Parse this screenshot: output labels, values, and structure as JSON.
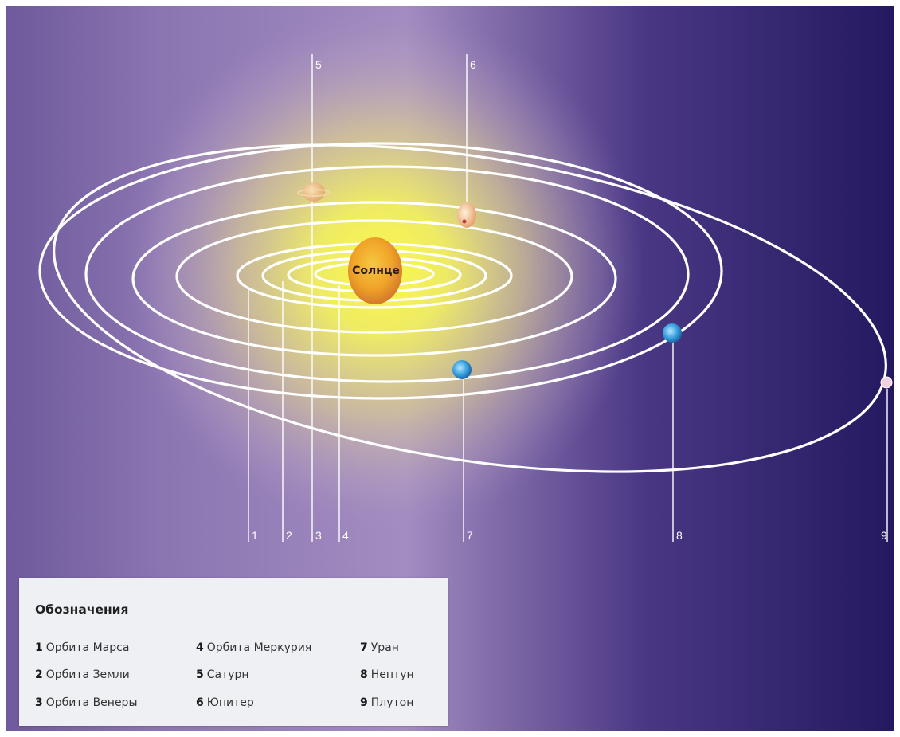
{
  "sun": {
    "label": "Солнце"
  },
  "callouts": [
    "1",
    "2",
    "3",
    "4",
    "5",
    "6",
    "7",
    "8",
    "9"
  ],
  "legend": {
    "title": "Обозначения",
    "items": [
      {
        "num": "1",
        "text": "Орбита Марса"
      },
      {
        "num": "2",
        "text": "Орбита Земли"
      },
      {
        "num": "3",
        "text": "Орбита Венеры"
      },
      {
        "num": "4",
        "text": "Орбита Меркурия"
      },
      {
        "num": "5",
        "text": "Сатурн"
      },
      {
        "num": "6",
        "text": "Юпитер"
      },
      {
        "num": "7",
        "text": "Уран"
      },
      {
        "num": "8",
        "text": "Нептун"
      },
      {
        "num": "9",
        "text": "Плутон"
      }
    ]
  },
  "colors": {
    "background_dark": "#2a1a62",
    "background_light": "#8f78b8",
    "sun_glow": "#f4f04a",
    "orbit": "#ffffff",
    "sun_body": "#f0a020"
  }
}
